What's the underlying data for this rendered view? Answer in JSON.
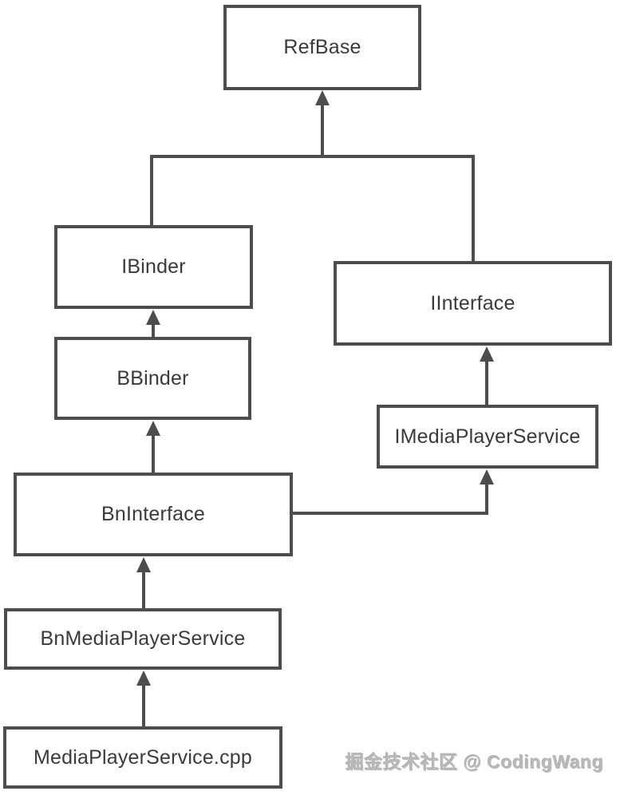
{
  "diagram": {
    "type": "class-inheritance-diagram",
    "nodes": [
      {
        "id": "refbase",
        "label": "RefBase"
      },
      {
        "id": "ibinder",
        "label": "IBinder"
      },
      {
        "id": "iinterface",
        "label": "IInterface"
      },
      {
        "id": "bbinder",
        "label": "BBinder"
      },
      {
        "id": "imediaplayerservice",
        "label": "IMediaPlayerService"
      },
      {
        "id": "bninterface",
        "label": "BnInterface"
      },
      {
        "id": "bnmediaplayerservice",
        "label": "BnMediaPlayerService"
      },
      {
        "id": "mediaplayerservice",
        "label": "MediaPlayerService.cpp"
      }
    ],
    "edges": [
      {
        "from": "IBinder",
        "to": "RefBase",
        "style": "arrow-up"
      },
      {
        "from": "IInterface",
        "to": "RefBase",
        "style": "arrow-up"
      },
      {
        "from": "BBinder",
        "to": "IBinder",
        "style": "arrow-up"
      },
      {
        "from": "IMediaPlayerService",
        "to": "IInterface",
        "style": "arrow-up"
      },
      {
        "from": "BnInterface",
        "to": "BBinder",
        "style": "arrow-up"
      },
      {
        "from": "BnInterface",
        "to": "IMediaPlayerService",
        "style": "arrow-up"
      },
      {
        "from": "BnMediaPlayerService",
        "to": "BnInterface",
        "style": "arrow-up"
      },
      {
        "from": "MediaPlayerService.cpp",
        "to": "BnMediaPlayerService",
        "style": "arrow-up"
      }
    ],
    "colors": {
      "line": "#4d4d4d",
      "text": "#3a3a3a",
      "background": "#ffffff",
      "watermark": "#b9b9b9"
    },
    "watermark": "掘金技术社区 @ CodingWang"
  }
}
